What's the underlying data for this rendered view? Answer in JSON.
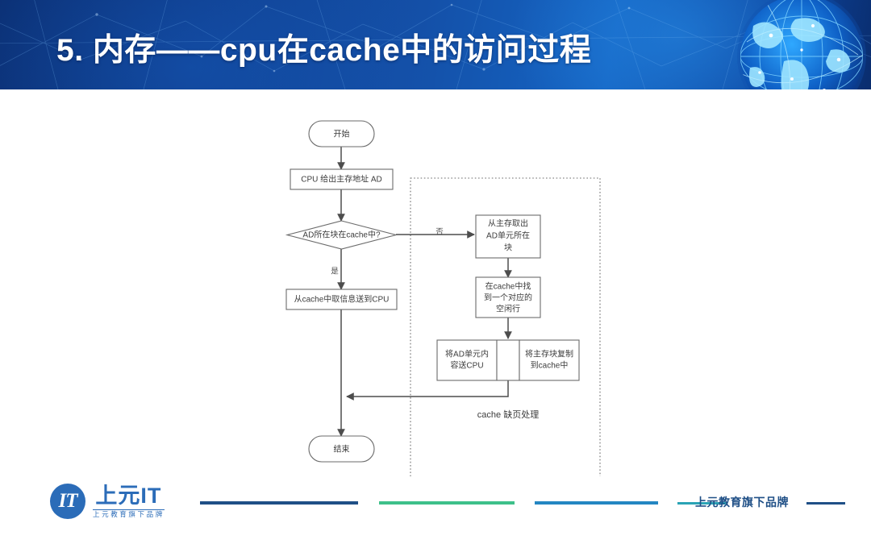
{
  "header": {
    "title": "5. 内存——cpu在cache中的访问过程",
    "globe_icon": "globe-network-icon",
    "background_color": "#1450a8"
  },
  "flowchart": {
    "nodes": {
      "start": "开始",
      "cpu_address": "CPU 给出主存地址 AD",
      "decision": "AD所在块在cache中?",
      "hit_read": "从cache中取信息送到CPU",
      "fetch_block_line1": "从主存取出",
      "fetch_block_line2": "AD单元所在",
      "fetch_block_line3": "块",
      "find_free_line1": "在cache中找",
      "find_free_line2": "到一个对应的",
      "find_free_line3": "空闲行",
      "send_cpu_line1": "将AD单元内",
      "send_cpu_line2": "容送CPU",
      "copy_cache_line1": "将主存块复制",
      "copy_cache_line2": "到cache中",
      "end": "结束"
    },
    "edge_labels": {
      "no": "否",
      "yes": "是"
    },
    "group_label": "cache 缺页处理",
    "stroke_color": "#6b6b6b",
    "connector_color": "#4d4d4d"
  },
  "footer": {
    "logo_mark_text": "IT",
    "logo_main": "上元IT",
    "logo_sub": "上元教育旗下品牌",
    "brand": "上元教育旗下品牌",
    "rule_colors": {
      "navy": "#1f4f86",
      "green": "#3ec08a",
      "blue": "#2486c2",
      "teal": "#2aa3b5"
    }
  }
}
